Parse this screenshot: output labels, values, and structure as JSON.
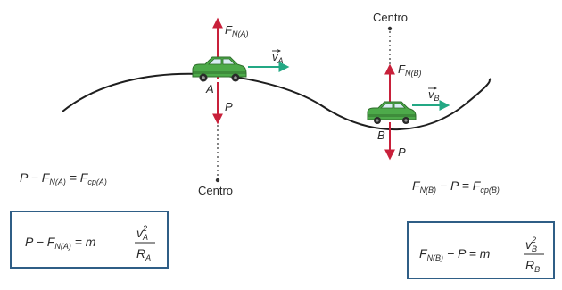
{
  "labels": {
    "centro_top": "Centro",
    "centro_bottom": "Centro",
    "point_a": "A",
    "point_b": "B",
    "force_normal": "F",
    "sub_na": "N(A)",
    "sub_nb": "N(B)",
    "weight": "P",
    "velocity": "v",
    "sub_a": "A",
    "sub_b": "B"
  },
  "equations": {
    "eq_a_lhs": "P − F",
    "eq_a_lhs_sub": "N(A)",
    "eq_a_rhs": " = F",
    "eq_a_rhs_sub": "cp(A)",
    "eq_b_lhs": "F",
    "eq_b_lhs_sub": "N(B)",
    "eq_b_rhs": " − P = F",
    "eq_b_rhs_sub": "cp(B)",
    "box_a_lhs": "P − F",
    "box_a_lhs_sub": "N(A)",
    "box_a_mid": " = m",
    "box_a_num": "v",
    "box_a_num_sub": "A",
    "box_a_num_sup": "2",
    "box_a_den": "R",
    "box_a_den_sub": "A",
    "box_b_lhs": "F",
    "box_b_lhs_sub": "N(B)",
    "box_b_mid": " − P = m",
    "box_b_num": "v",
    "box_b_num_sub": "B",
    "box_b_num_sup": "2",
    "box_b_den": "R",
    "box_b_den_sub": "B"
  },
  "colors": {
    "normal_force": "#c8203a",
    "weight_force": "#c8203a",
    "velocity": "#23a884",
    "car_body": "#4daa4a",
    "box_border": "#2f5e86",
    "track": "#1e1e1e"
  },
  "icons": {
    "car": "car-icon"
  }
}
